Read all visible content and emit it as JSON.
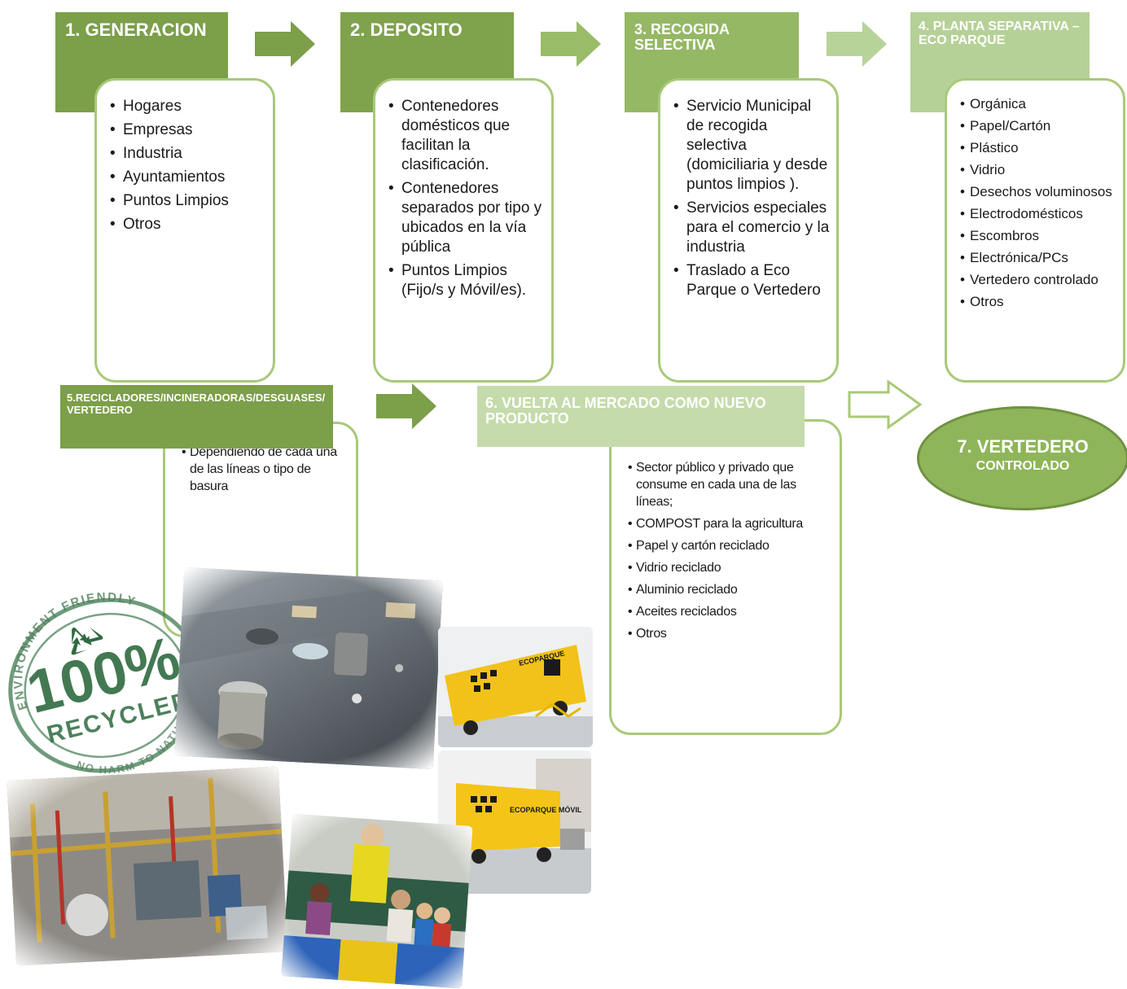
{
  "steps": [
    {
      "title": "1. GENERACION",
      "items": [
        "Hogares",
        "Empresas",
        "Industria",
        "Ayuntamientos",
        "Puntos Limpios",
        "Otros"
      ]
    },
    {
      "title": "2. DEPOSITO",
      "items": [
        "Contenedores domésticos que facilitan la clasificación.",
        "Contenedores separados por tipo y ubicados en la vía pública",
        "Puntos Limpios (Fijo/s y Móvil/es)."
      ]
    },
    {
      "title": "3. RECOGIDA SELECTIVA",
      "items": [
        "Servicio Municipal de recogida selectiva (domiciliaria y desde puntos limpios ).",
        "Servicios especiales para el comercio y la industria",
        "Traslado a Eco Parque o Vertedero"
      ]
    },
    {
      "title": "4. PLANTA SEPARATIVA – ECO PARQUE",
      "items": [
        "Orgánica",
        "Papel/Cartón",
        "Plástico",
        "Vidrio",
        "Desechos voluminosos",
        "Electrodomésticos",
        "Escombros",
        "Electrónica/PCs",
        "Vertedero controlado",
        "Otros"
      ]
    },
    {
      "title": "5.RECICLADORES/INCINERADORAS/DESGUASES/VERTEDERO",
      "items": [
        "Dependiendo de cada una de las líneas o tipo de basura"
      ]
    },
    {
      "title": "6. VUELTA AL MERCADO COMO NUEVO PRODUCTO",
      "items": [
        "Sector público y privado que consume en cada una de las líneas;",
        "COMPOST para la agricultura",
        "Papel y cartón reciclado",
        "Vidrio reciclado",
        "Aluminio reciclado",
        "Aceites reciclados",
        "Otros"
      ]
    }
  ],
  "final": {
    "title": "7. VERTEDERO",
    "subtitle": "CONTROLADO"
  },
  "stamp": {
    "top": "ENVIRONMENT FRIENDLY",
    "big": "100%",
    "word": "RECYCLED",
    "bottom": "NO HARM TO NATURE"
  },
  "photos": {
    "truck1_brand": "ECOPARQUE",
    "truck2_brand": "ECOPARQUE MÓVIL"
  },
  "colors": {
    "dark": "#7c9f49",
    "mid": "#95b865",
    "light": "#b6d197",
    "pale": "#c5dbab",
    "border": "#a9c97a",
    "ellipse": "#8fb55a"
  },
  "icons": [
    "right-arrow-icon",
    "hollow-right-arrow-icon",
    "recycle-icon"
  ]
}
